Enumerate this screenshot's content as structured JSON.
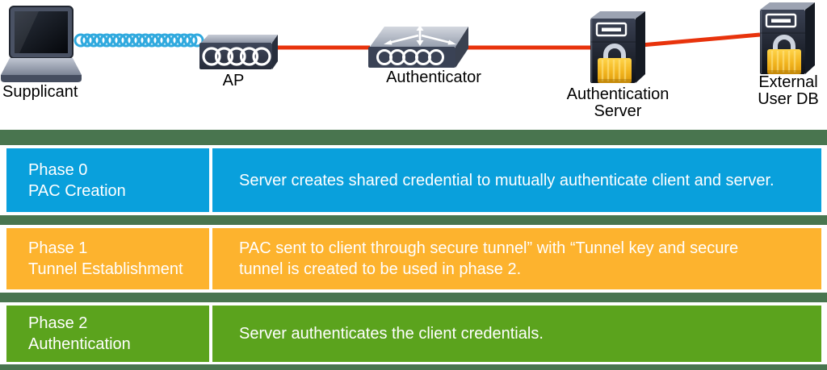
{
  "topology": {
    "devices": [
      {
        "label": "Supplicant"
      },
      {
        "label": "AP"
      },
      {
        "label": "Authenticator"
      },
      {
        "label": "Authentication Server"
      },
      {
        "label": "External User DB"
      }
    ]
  },
  "phases": [
    {
      "name": "Phase 0",
      "subtitle": "PAC Creation",
      "description_lines": [
        "Server creates shared credential to mutually authenticate client and server."
      ]
    },
    {
      "name": "Phase 1",
      "subtitle": "Tunnel Establishment",
      "description_lines": [
        "PAC sent to client through secure tunnel” with “Tunnel key and secure",
        "tunnel is created to be used in phase 2."
      ]
    },
    {
      "name": "Phase 2",
      "subtitle": "Authentication",
      "description_lines": [
        "Server authenticates the client credentials."
      ]
    }
  ],
  "colors": {
    "phase0": "#09A0DC",
    "phase1": "#FDB32E",
    "phase2": "#5BA31D",
    "band": "#49754F",
    "wireless_link": "#2FA9DE",
    "wired_link": "#E8330C",
    "lock_gold": "#F2B51F"
  }
}
